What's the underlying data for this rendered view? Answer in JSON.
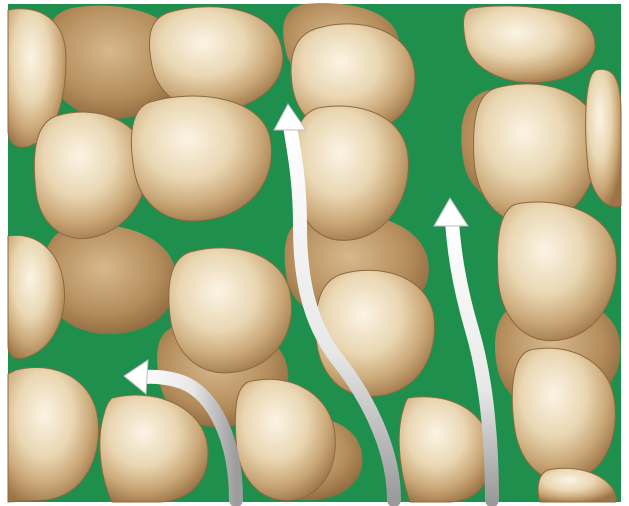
{
  "diagram": {
    "colors": {
      "pore_fluid": "#1f8f4e",
      "grain_light": "#f2e3c2",
      "grain_mid": "#d8bf92",
      "grain_dark": "#8f6a3e",
      "grain_outline": "#7b5a34",
      "arrow_fill": "#f7f7f7",
      "arrow_shade": "#9a9a9a",
      "background": "#ffffff"
    },
    "elements": {
      "grains": "sand-grains",
      "pore_space": "green-pore-space",
      "flow_arrows": "white-flow-arrows"
    }
  }
}
